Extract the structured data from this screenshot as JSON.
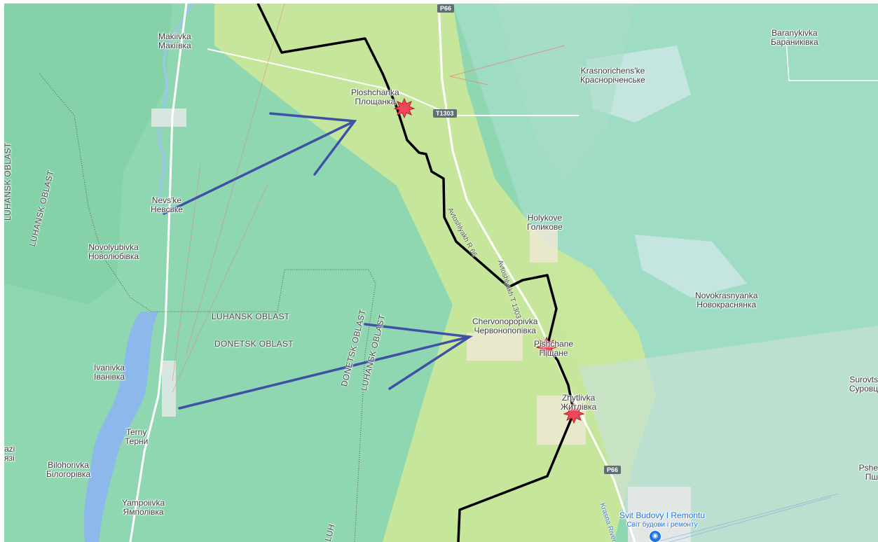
{
  "settlements": [
    {
      "id": "makiivka",
      "latin": "Makiivka",
      "cyrillic": "Макіївка"
    },
    {
      "id": "ploshchanka",
      "latin": "Ploshchanka",
      "cyrillic": "Площанка"
    },
    {
      "id": "baranykivka",
      "latin": "Baranykivka",
      "cyrillic": "Бараниківка"
    },
    {
      "id": "krasnorichenske",
      "latin": "Krasnorichens'ke",
      "cyrillic": "Красноріченське"
    },
    {
      "id": "nevske",
      "latin": "Nevs'ke",
      "cyrillic": "Невське"
    },
    {
      "id": "novolyubivka",
      "latin": "Novolyubivka",
      "cyrillic": "Новолюбівка"
    },
    {
      "id": "holykove",
      "latin": "Holykove",
      "cyrillic": "Голикове"
    },
    {
      "id": "novokrasnyanka",
      "latin": "Novokrasnyanka",
      "cyrillic": "Новокраснянка"
    },
    {
      "id": "chervonopopivka",
      "latin": "Chervonopopivka",
      "cyrillic": "Червонопопівка"
    },
    {
      "id": "pishchane",
      "latin": "Pishchane",
      "cyrillic": "Піщане"
    },
    {
      "id": "zhytlivka",
      "latin": "Zhytlivka",
      "cyrillic": "Житлівка"
    },
    {
      "id": "ivanivka",
      "latin": "Ivanivka",
      "cyrillic": "Іванівка"
    },
    {
      "id": "terny",
      "latin": "Terny",
      "cyrillic": "Терни"
    },
    {
      "id": "bilohorivka",
      "latin": "Bilohorivka",
      "cyrillic": "Білогорівка"
    },
    {
      "id": "yampolivka",
      "latin": "Yampoiivka",
      "cyrillic": "Ямполівка"
    },
    {
      "id": "surovtsivka",
      "latin": "Surovts",
      "cyrillic": "Суровц"
    },
    {
      "id": "pshe",
      "latin": "Pshe",
      "cyrillic": "Пш"
    },
    {
      "id": "drobysheve",
      "latin": "azi",
      "cyrillic": "язі"
    }
  ],
  "oblast_labels": {
    "luhansk_h": "LUHANSK OBLAST",
    "donetsk_h": "DONETSK OBLAST",
    "donetsk_v": "DONETSK OBLAST",
    "luhansk_v": "LUHANSK OBLAST",
    "luhansk_left": "LUHANSK OBLAST",
    "luhansk_far_left": "LUHANSK OBLAST",
    "luhansk_bottom": "LUH"
  },
  "roads": {
    "r66_top": "P66",
    "r66_bottom": "P66",
    "t1303": "T1303",
    "road_name_1": "Avtoshlyakh R 66",
    "road_name_2": "Avtoshlyakh T 1303",
    "river": "Krasna River"
  },
  "poi": {
    "name": "Svit Budovy I Remontu",
    "subtitle": "Світ будови і ремонту",
    "icon": "shopping-bag-icon"
  },
  "overlay": {
    "front_line_color": "#000000",
    "arrow_color": "#3f51a5",
    "marker_color": "#f0475a",
    "marker_icon": "explosion-star-icon",
    "marker_count": 3,
    "arrow_count": 2
  }
}
